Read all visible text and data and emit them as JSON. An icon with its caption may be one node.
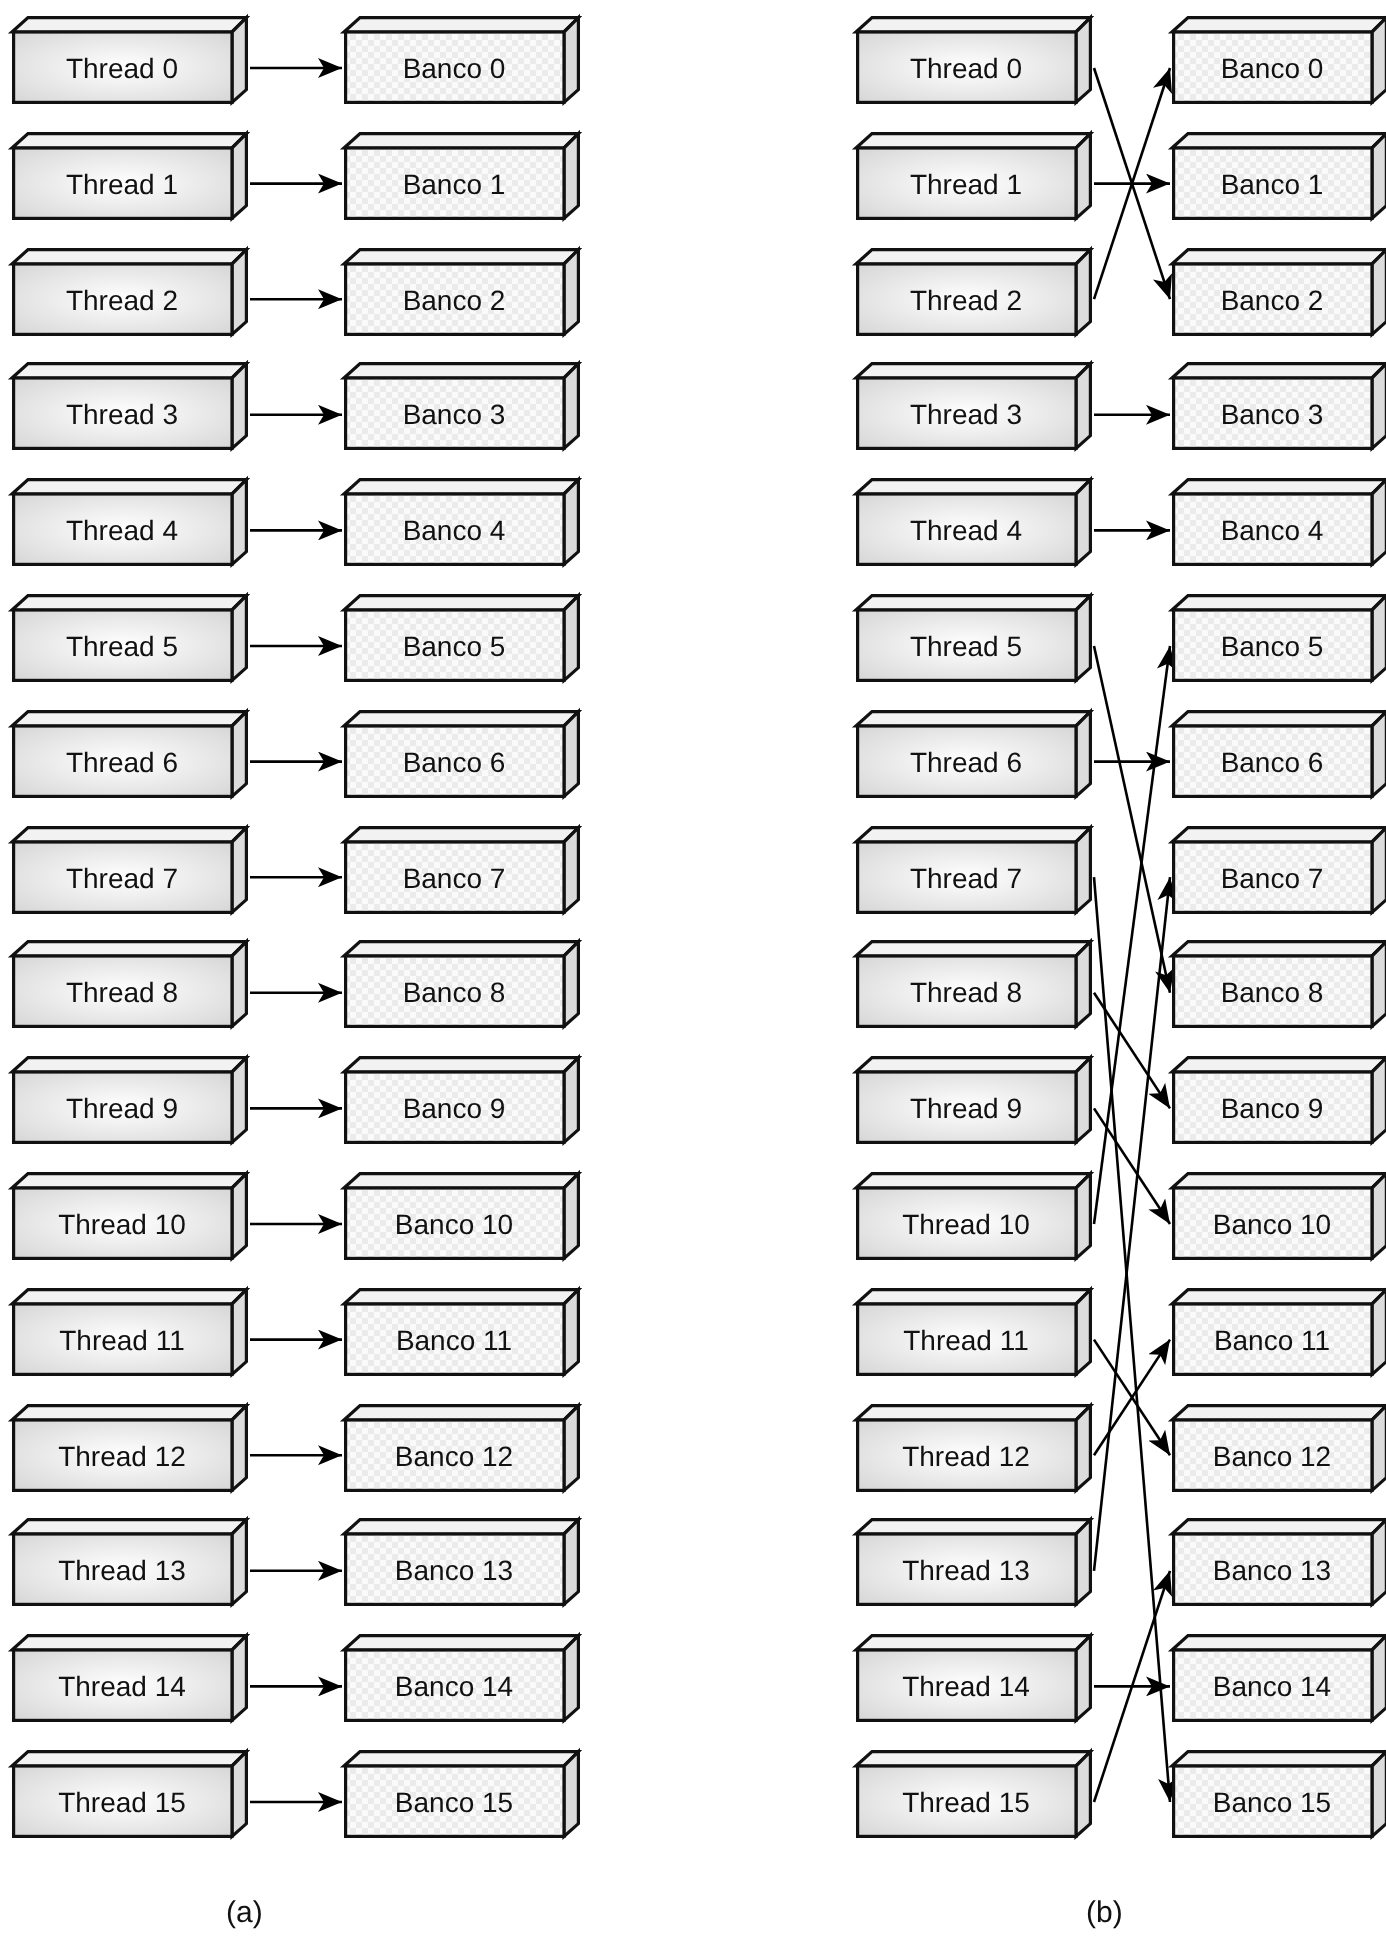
{
  "diagram": {
    "nodes": [
      {
        "text": [
          "Thread 0"
        ]
      },
      {
        "text": [
          "Thread 1"
        ]
      },
      {
        "text": [
          "Thread 2"
        ]
      },
      {
        "text": [
          "Thread 3"
        ]
      },
      {
        "text": [
          "Thread 4"
        ]
      },
      {
        "text": [
          "Thread 5"
        ]
      },
      {
        "text": [
          "Thread 6"
        ]
      },
      {
        "text": [
          "Thread 7"
        ]
      },
      {
        "text": [
          "Thread 8"
        ]
      },
      {
        "text": [
          "Thread 9"
        ]
      },
      {
        "text": [
          "Thread 10"
        ]
      },
      {
        "text": [
          "Thread 11"
        ]
      },
      {
        "text": [
          "Thread 12"
        ]
      },
      {
        "text": [
          "Thread 13"
        ]
      },
      {
        "text": [
          "Thread 14"
        ]
      },
      {
        "text": [
          "Thread 15"
        ]
      },
      {
        "text": [
          "Banco 0"
        ]
      },
      {
        "text": [
          "Banco 1"
        ]
      },
      {
        "text": [
          "Banco 2"
        ]
      },
      {
        "text": [
          "Banco 3"
        ]
      },
      {
        "text": [
          "Banco 4"
        ]
      },
      {
        "text": [
          "Banco 5"
        ]
      },
      {
        "text": [
          "Banco 6"
        ]
      },
      {
        "text": [
          "Banco 7"
        ]
      },
      {
        "text": [
          "Banco 8"
        ]
      },
      {
        "text": [
          "Banco 9"
        ]
      },
      {
        "text": [
          "Banco 10"
        ]
      },
      {
        "text": [
          "Banco 11"
        ]
      },
      {
        "text": [
          "Banco 12"
        ]
      },
      {
        "text": [
          "Banco 13"
        ]
      },
      {
        "text": [
          "Banco 14"
        ]
      },
      {
        "text": [
          "Banco 15"
        ]
      },
      {
        "text": [
          "Thread 0"
        ]
      },
      {
        "text": [
          "Thread 1"
        ]
      },
      {
        "text": [
          "Thread 2"
        ]
      },
      {
        "text": [
          "Thread 3"
        ]
      },
      {
        "text": [
          "Thread 4"
        ]
      },
      {
        "text": [
          "Thread 5"
        ]
      },
      {
        "text": [
          "Thread 6"
        ]
      },
      {
        "text": [
          "Thread 7"
        ]
      },
      {
        "text": [
          "Thread 8"
        ]
      },
      {
        "text": [
          "Thread 9"
        ]
      },
      {
        "text": [
          "Thread 10"
        ]
      },
      {
        "text": [
          "Thread 11"
        ]
      },
      {
        "text": [
          "Thread 12"
        ]
      },
      {
        "text": [
          "Thread 13"
        ]
      },
      {
        "text": [
          "Thread 14"
        ]
      },
      {
        "text": [
          "Thread 15"
        ]
      },
      {
        "text": [
          "Banco 0"
        ]
      },
      {
        "text": [
          "Banco 1"
        ]
      },
      {
        "text": [
          "Banco 2"
        ]
      },
      {
        "text": [
          "Banco 3"
        ]
      },
      {
        "text": [
          "Banco 4"
        ]
      },
      {
        "text": [
          "Banco 5"
        ]
      },
      {
        "text": [
          "Banco 6"
        ]
      },
      {
        "text": [
          "Banco 7"
        ]
      },
      {
        "text": [
          "Banco 8"
        ]
      },
      {
        "text": [
          "Banco 9"
        ]
      },
      {
        "text": [
          "Banco 10"
        ]
      },
      {
        "text": [
          "Banco 11"
        ]
      },
      {
        "text": [
          "Banco 12"
        ]
      },
      {
        "text": [
          "Banco 13"
        ]
      },
      {
        "text": [
          "Banco 14"
        ]
      },
      {
        "text": [
          "Banco 15"
        ]
      }
    ],
    "edges": [
      {
        "from": 0,
        "to": 16,
        "arrow": "to"
      },
      {
        "from": 1,
        "to": 17,
        "arrow": "to"
      },
      {
        "from": 2,
        "to": 18,
        "arrow": "to"
      },
      {
        "from": 3,
        "to": 19,
        "arrow": "to"
      },
      {
        "from": 4,
        "to": 20,
        "arrow": "to"
      },
      {
        "from": 5,
        "to": 21,
        "arrow": "to"
      },
      {
        "from": 6,
        "to": 22,
        "arrow": "to"
      },
      {
        "from": 7,
        "to": 23,
        "arrow": "to"
      },
      {
        "from": 8,
        "to": 24,
        "arrow": "to"
      },
      {
        "from": 9,
        "to": 25,
        "arrow": "to"
      },
      {
        "from": 10,
        "to": 26,
        "arrow": "to"
      },
      {
        "from": 11,
        "to": 27,
        "arrow": "to"
      },
      {
        "from": 12,
        "to": 28,
        "arrow": "to"
      },
      {
        "from": 13,
        "to": 29,
        "arrow": "to"
      },
      {
        "from": 14,
        "to": 30,
        "arrow": "to"
      },
      {
        "from": 15,
        "to": 31,
        "arrow": "to"
      },
      {
        "from": 32,
        "to": 50,
        "arrow": "to"
      },
      {
        "from": 33,
        "to": 49,
        "arrow": "to"
      },
      {
        "from": 34,
        "to": 48,
        "arrow": "to"
      },
      {
        "from": 35,
        "to": 51,
        "arrow": "to"
      },
      {
        "from": 36,
        "to": 52,
        "arrow": "to"
      },
      {
        "from": 37,
        "to": 56,
        "arrow": "to"
      },
      {
        "from": 38,
        "to": 54,
        "arrow": "to"
      },
      {
        "from": 39,
        "to": 63,
        "arrow": "to"
      },
      {
        "from": 40,
        "to": 57,
        "arrow": "to"
      },
      {
        "from": 41,
        "to": 58,
        "arrow": "to"
      },
      {
        "from": 42,
        "to": 53,
        "arrow": "to"
      },
      {
        "from": 43,
        "to": 60,
        "arrow": "to"
      },
      {
        "from": 44,
        "to": 59,
        "arrow": "to"
      },
      {
        "from": 45,
        "to": 55,
        "arrow": "to"
      },
      {
        "from": 46,
        "to": 62,
        "arrow": "to"
      },
      {
        "from": 47,
        "to": 61,
        "arrow": "to"
      }
    ],
    "labels": [
      "(a)",
      "(b)"
    ]
  }
}
